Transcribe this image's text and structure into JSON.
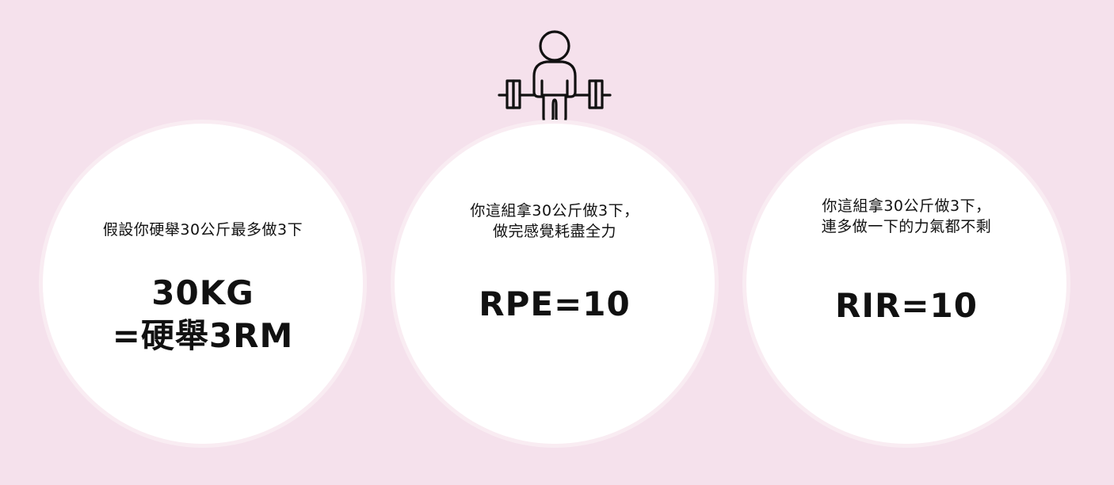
{
  "icon": {
    "name": "weightlifter-deadlift-icon",
    "stroke_color": "#111111"
  },
  "background_color": "#f5e1ec",
  "circles": [
    {
      "subtitle": [
        "假設你硬舉30公斤最多做3下"
      ],
      "headline": [
        "30KG",
        "=硬舉3RM"
      ]
    },
    {
      "subtitle": [
        "你這組拿30公斤做3下，",
        "做完感覺耗盡全力"
      ],
      "headline": [
        "RPE=10"
      ]
    },
    {
      "subtitle": [
        "你這組拿30公斤做3下，",
        "連多做一下的力氣都不剩"
      ],
      "headline": [
        "RIR=10"
      ]
    }
  ]
}
